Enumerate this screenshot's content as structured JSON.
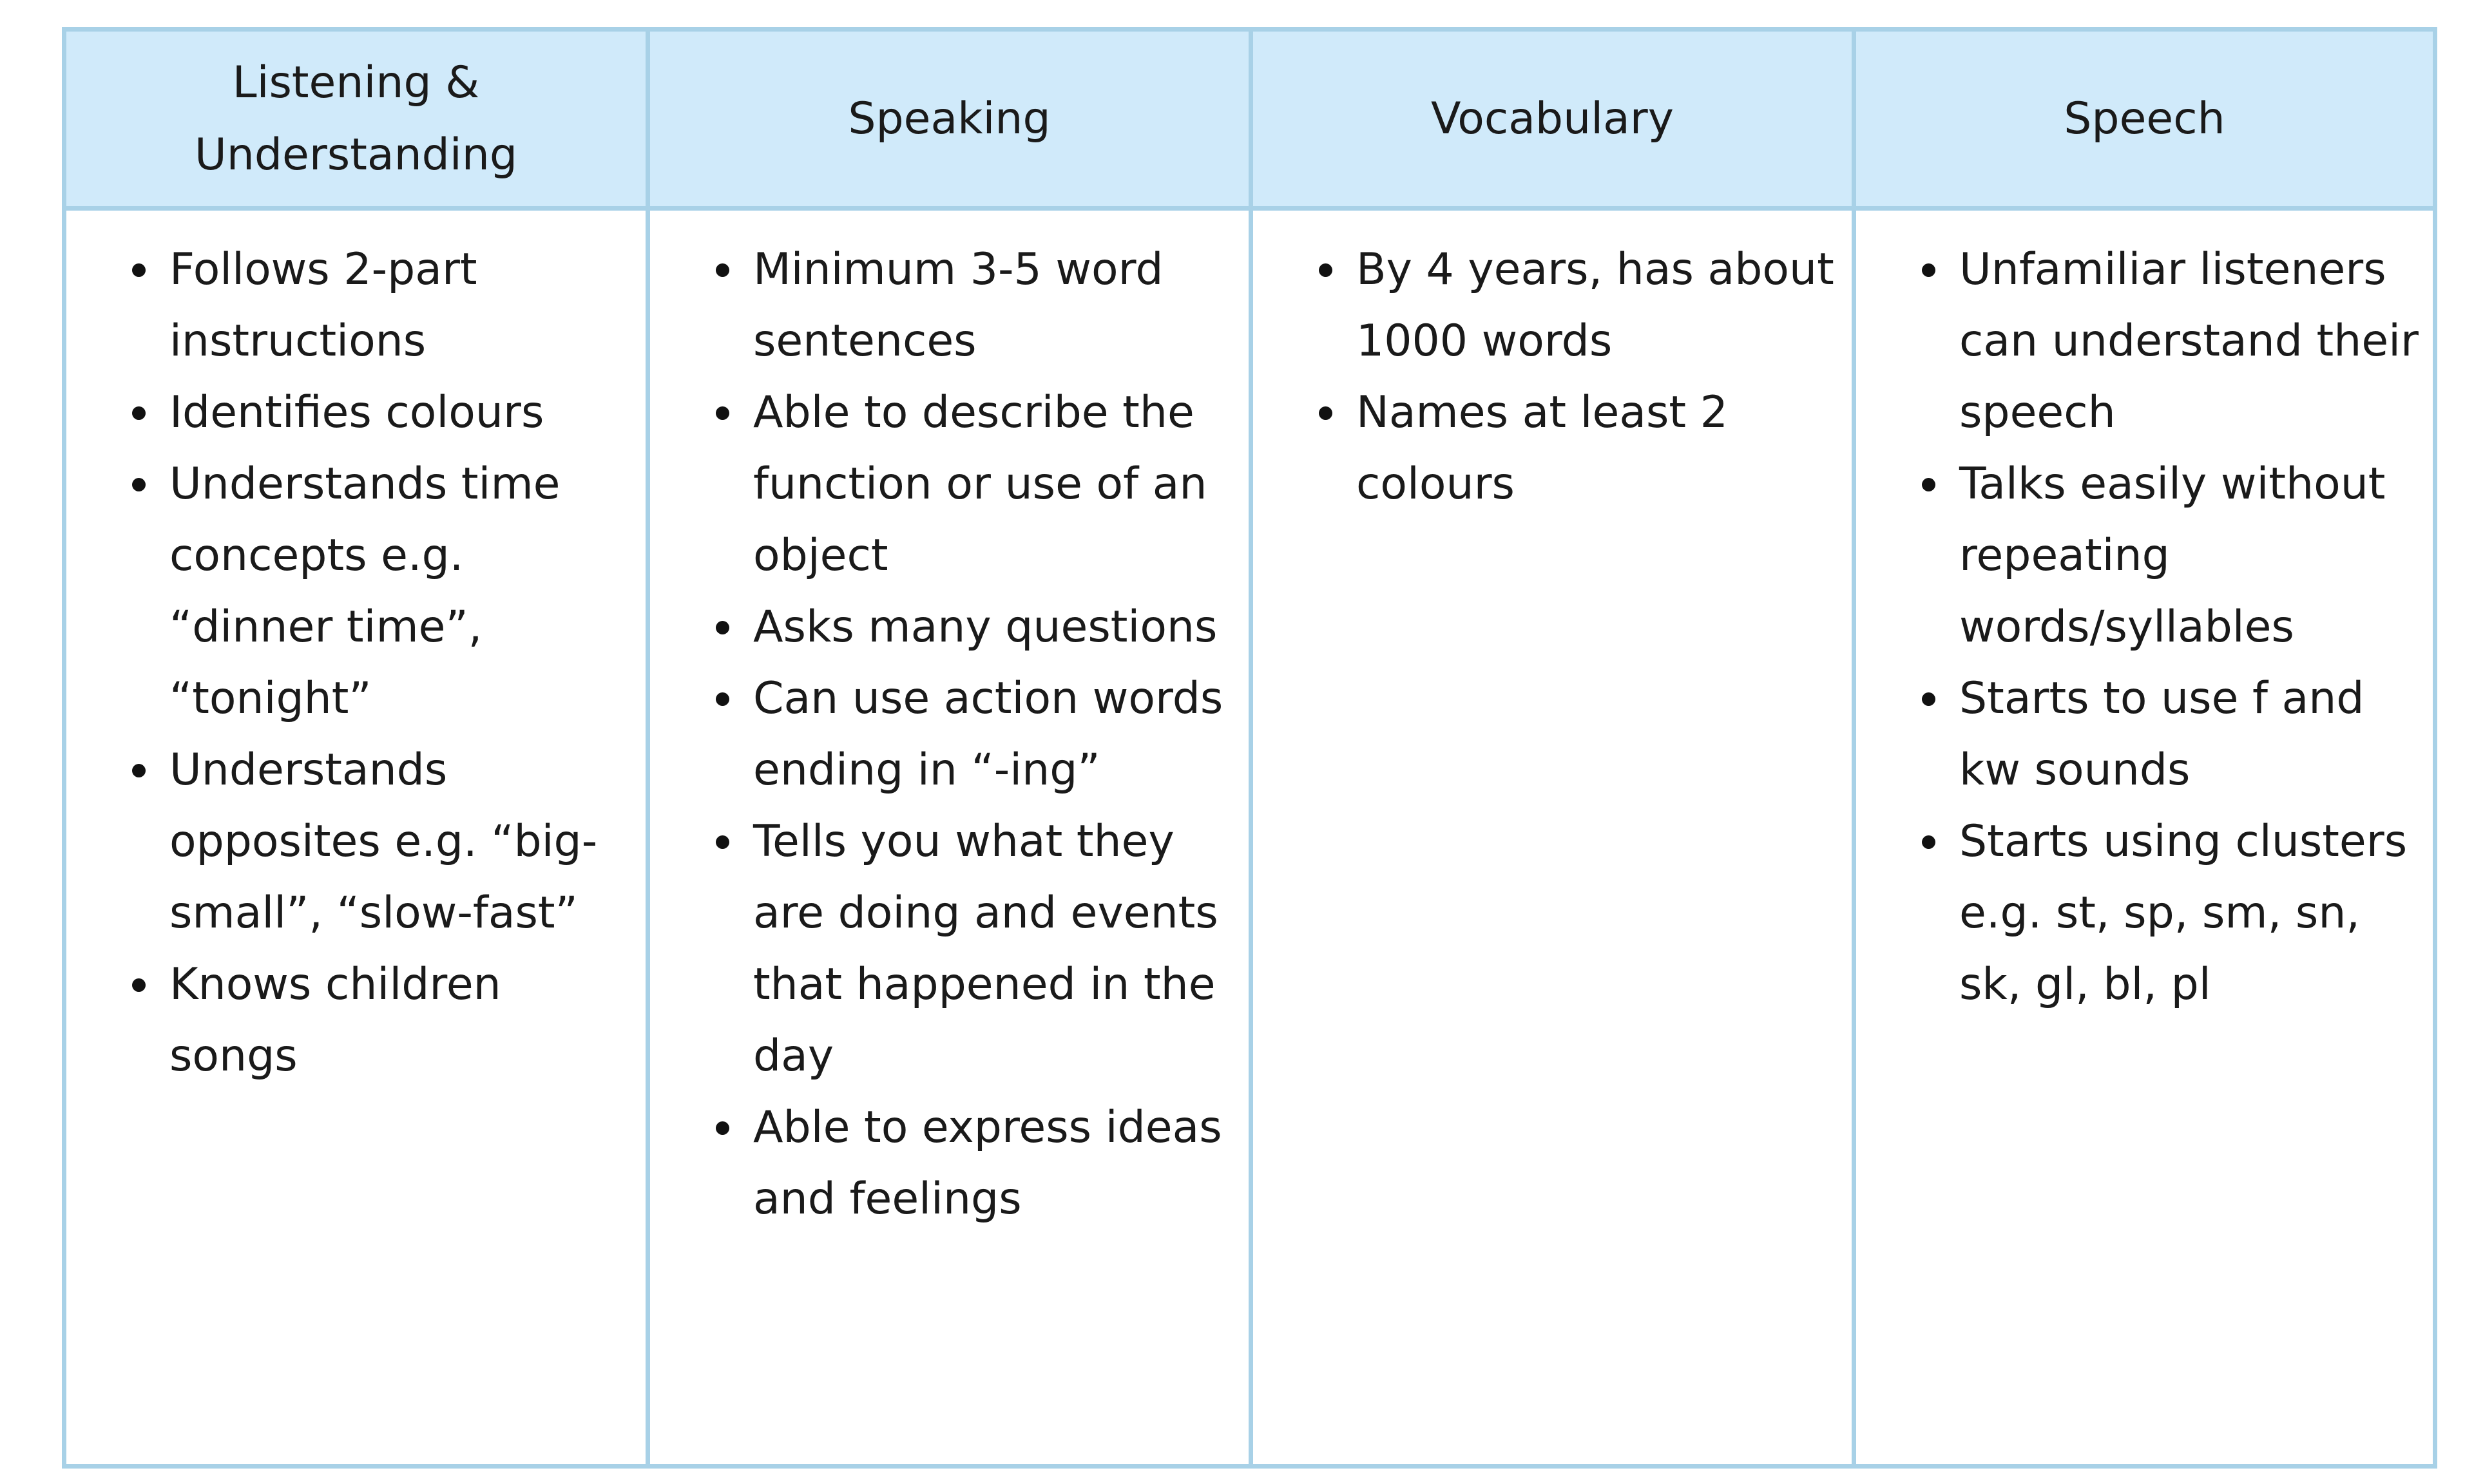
{
  "table": {
    "headers": {
      "listening": "Listening & Understanding",
      "speaking": "Speaking",
      "vocabulary": "Vocabulary",
      "speech": "Speech"
    },
    "listening_items": [
      "Follows 2-part instructions",
      "Identifies colours",
      "Understands time concepts e.g. “dinner time”, “tonight”",
      "Understands opposites e.g. “big-small”, “slow-fast”",
      "Knows children songs"
    ],
    "speaking_items": [
      "Minimum 3-5 word sentences",
      "Able to describe the function or use of an object",
      "Asks many questions",
      "Can use action words ending in “-ing”",
      "Tells you what they are doing and events that happened in the day",
      "Able to express ideas and feelings"
    ],
    "vocabulary_items": [
      "By 4 years, has about 1000 words",
      "Names at least 2 colours"
    ],
    "speech_items": [
      "Unfamiliar listeners can understand their speech",
      "Talks easily without repeating words/syllables",
      "Starts to use f and kw sounds",
      "Starts using clusters e.g. st, sp, sm, sn, sk, gl, bl, pl"
    ]
  },
  "colors": {
    "header_background": "#d0eafa",
    "border": "#a8d1e7",
    "text": "#1a1a1a"
  }
}
